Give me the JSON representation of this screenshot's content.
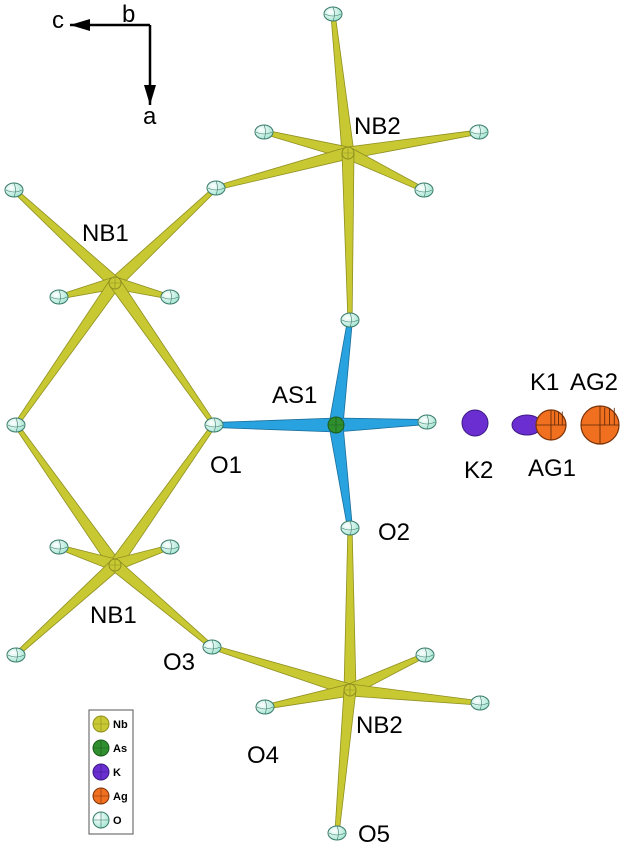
{
  "colors": {
    "nb": "#c8c832",
    "nb_dark": "#8f8f20",
    "as": "#2f8f2f",
    "as_bond": "#29a3e0",
    "k": "#6a2ed1",
    "ag": "#f07020",
    "o": "#bff0e2",
    "o_stroke": "#3a7a6a"
  },
  "axes": {
    "c": "c",
    "b": "b",
    "a": "a"
  },
  "labels": {
    "nb2_top": "NB2",
    "nb1_top": "NB1",
    "as1": "AS1",
    "o1": "O1",
    "o2": "O2",
    "k1": "K1",
    "k2": "K2",
    "ag1": "AG1",
    "ag2": "AG2",
    "nb1_bot": "NB1",
    "o3": "O3",
    "o4": "O4",
    "nb2_bot": "NB2",
    "o5": "O5"
  },
  "legend": [
    {
      "label": "Nb",
      "kind": "nb"
    },
    {
      "label": "As",
      "kind": "as"
    },
    {
      "label": "K",
      "kind": "k"
    },
    {
      "label": "Ag",
      "kind": "ag"
    },
    {
      "label": "O",
      "kind": "o"
    }
  ]
}
